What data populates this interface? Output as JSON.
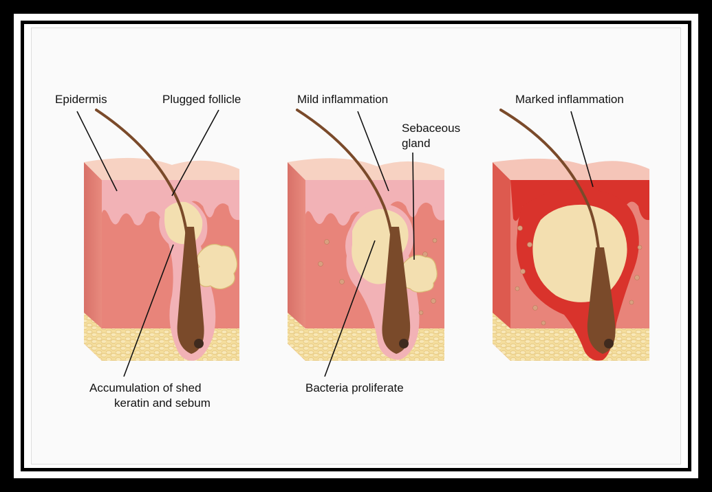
{
  "labels": {
    "epidermis": "Epidermis",
    "plugged_follicle": "Plugged follicle",
    "accumulation_line1": "Accumulation of shed",
    "accumulation_line2": "keratin and sebum",
    "mild_inflammation": "Mild inflammation",
    "sebaceous_line1": "Sebaceous",
    "sebaceous_line2": "gland",
    "bacteria_proliferate": "Bacteria proliferate",
    "marked_inflammation": "Marked inflammation"
  },
  "colors": {
    "frame": "#000000",
    "background": "#fafafa",
    "dermis": "#e8847a",
    "epidermis": "#f2b2b6",
    "skin_top": "#f7d2c2",
    "fat": "#f1d795",
    "sebum": "#f3dfb0",
    "hair": "#7a4a2a",
    "inflammation": "#d9332c"
  }
}
